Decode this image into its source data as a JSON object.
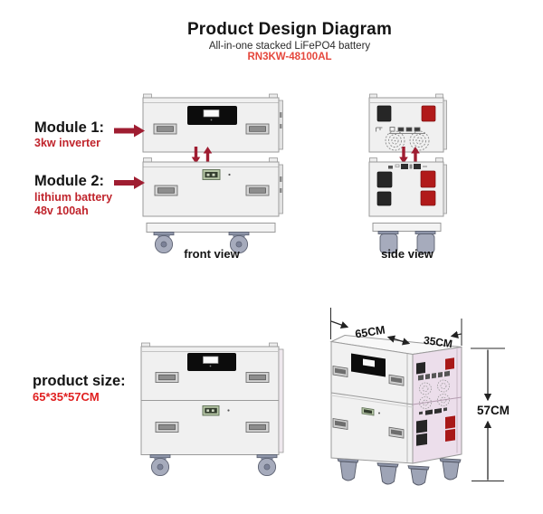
{
  "header": {
    "title": "Product Design Diagram",
    "subtitle": "All-in-one stacked LiFePO4 battery",
    "model": "RN3KW-48100AL"
  },
  "modules": {
    "module1": {
      "label": "Module 1:",
      "desc": "3kw inverter"
    },
    "module2": {
      "label": "Module 2:",
      "desc1": "lithium battery",
      "desc2": "48v 100ah"
    }
  },
  "size": {
    "label": "product size:",
    "value": "65*35*57CM"
  },
  "views": {
    "front_label": "front view",
    "side_label": "side view"
  },
  "dimensions": {
    "width": "65CM",
    "depth": "35CM",
    "height": "57CM"
  },
  "colors": {
    "model_red": "#e5473c",
    "label_red": "#c0242c",
    "arrow_red": "#9f1d31",
    "terminal_red": "#b11a1a",
    "terminal_black": "#262626",
    "connector_green": "#b6c6a6",
    "side_face_pink": "#ecdeeb",
    "caster_gray": "#a6abbc",
    "module_body_gray": "#f0f0f0"
  }
}
